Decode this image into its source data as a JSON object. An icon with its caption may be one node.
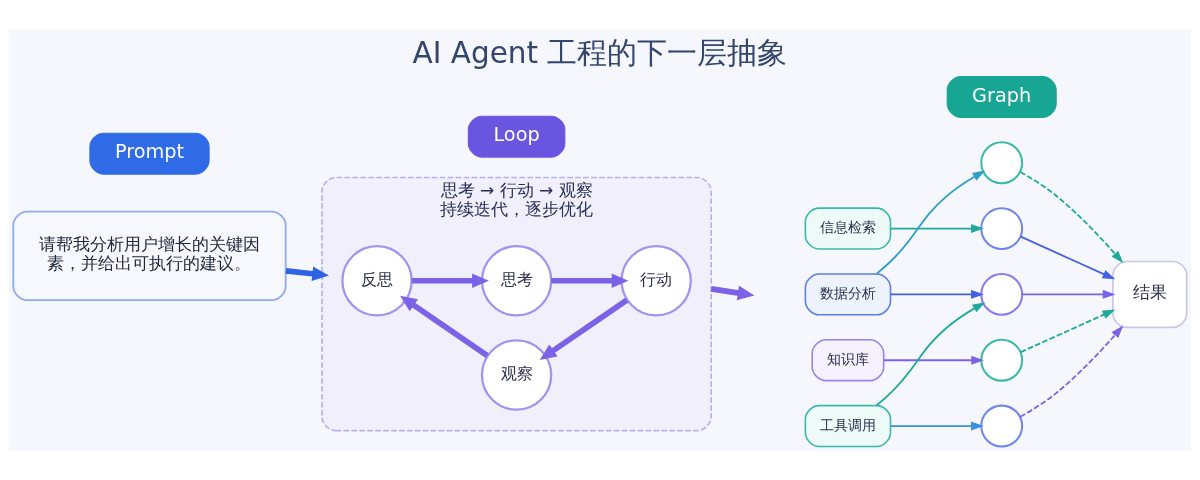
{
  "diagram": {
    "title": "AI Agent 工程的下一层抽象",
    "nodes": [
      {
        "text": [
          "Prompt"
        ]
      },
      {
        "text": [
          "请帮我分析用户增长的关键因素，并给出可执行的建议。"
        ]
      },
      {
        "text": [
          "Loop"
        ]
      },
      {
        "text": [
          "思考 → 行动 → 观察",
          "持续迭代，逐步优化"
        ]
      },
      {
        "text": [
          "思考"
        ],
        "in": 3
      },
      {
        "text": [
          "反思"
        ],
        "in": 3
      },
      {
        "text": [
          "行动"
        ],
        "in": 3
      },
      {
        "text": [
          "观察"
        ],
        "in": 3
      },
      {
        "text": [
          "Graph"
        ]
      },
      {
        "text": [
          "信息检索"
        ]
      },
      {
        "text": [
          "数据分析"
        ]
      },
      {
        "text": [
          "知识库"
        ]
      },
      {
        "text": [
          "工具调用"
        ]
      },
      {
        "text": [],
        "shape": "circle"
      },
      {
        "text": [],
        "shape": "circle"
      },
      {
        "text": [],
        "shape": "circle"
      },
      {
        "text": [],
        "shape": "circle"
      },
      {
        "text": [],
        "shape": "circle"
      },
      {
        "text": [
          "结果"
        ]
      }
    ],
    "edges": [
      {
        "from": 1,
        "to": 3,
        "arrow": "to",
        "style": "thick",
        "color": "#2f63e3"
      },
      {
        "from": 4,
        "to": 6,
        "arrow": "to",
        "style": "thick"
      },
      {
        "from": 6,
        "to": 7,
        "arrow": "to",
        "style": "thick"
      },
      {
        "from": 7,
        "to": 5,
        "arrow": "to",
        "style": "thick"
      },
      {
        "from": 5,
        "to": 4,
        "arrow": "to",
        "style": "thick"
      },
      {
        "from": 3,
        "to": null,
        "arrow": "to",
        "style": "thick"
      },
      {
        "from": 9,
        "to": 14,
        "arrow": "to",
        "color": "#1fa99a"
      },
      {
        "from": 10,
        "to": 13,
        "arrow": "to",
        "color": "#2f9fc4"
      },
      {
        "from": 10,
        "to": 15,
        "arrow": "to",
        "color": "#4360e0"
      },
      {
        "from": 11,
        "to": 16,
        "arrow": "to"
      },
      {
        "from": 12,
        "to": 15,
        "arrow": "to",
        "color": "#1fa99a"
      },
      {
        "from": 12,
        "to": 17,
        "arrow": "to",
        "color": "#3a8fe0"
      },
      {
        "from": 13,
        "to": 18,
        "arrow": "to",
        "style": "dashed",
        "color": "#1fa99a"
      },
      {
        "from": 14,
        "to": 18,
        "arrow": "to",
        "color": "#4360e0"
      },
      {
        "from": 15,
        "to": 18,
        "arrow": "to"
      },
      {
        "from": 16,
        "to": 18,
        "arrow": "to",
        "style": "dashed",
        "color": "#1fa99a"
      },
      {
        "from": 17,
        "to": 18,
        "arrow": "to",
        "style": "dashed"
      }
    ]
  }
}
